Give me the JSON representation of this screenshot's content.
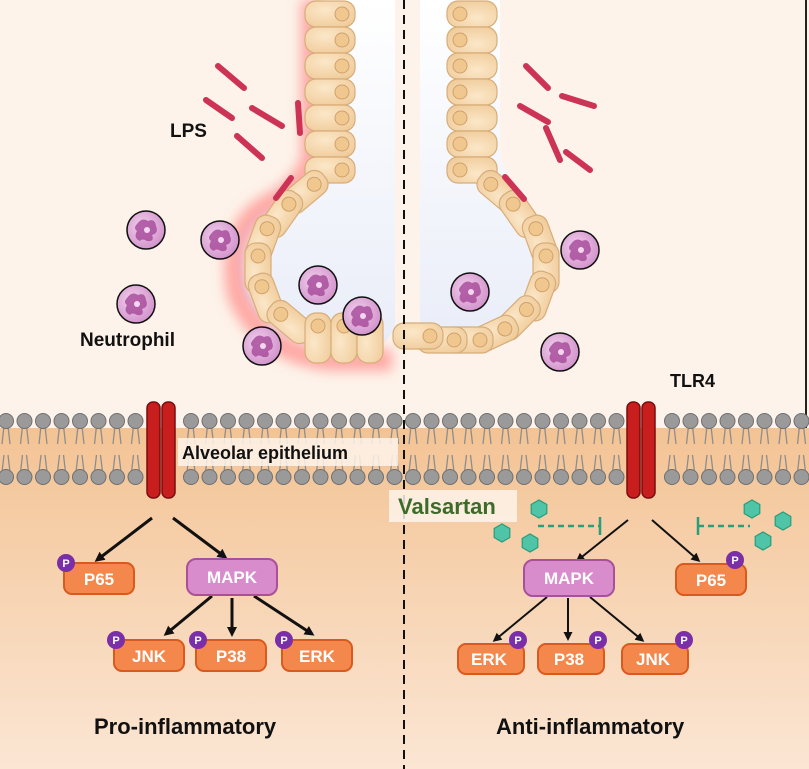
{
  "labels": {
    "lps": "LPS",
    "neutrophil": "Neutrophil",
    "alveolar_epithelium": "Alveolar epithelium",
    "tlr4": "TLR4",
    "valsartan": "Valsartan",
    "pro_inflammatory": "Pro-inflammatory",
    "anti_inflammatory": "Anti-inflammatory"
  },
  "left_pathway": {
    "p65": "P65",
    "mapk": "MAPK",
    "jnk": "JNK",
    "p38": "P38",
    "erk": "ERK",
    "phospho": "P"
  },
  "right_pathway": {
    "mapk": "MAPK",
    "p65": "P65",
    "erk": "ERK",
    "p38": "P38",
    "jnk": "JNK",
    "phospho": "P"
  },
  "colors": {
    "background": "#fdf3ea",
    "cytoplasm": "#f6c9a0",
    "kinase_fill": "#f4874b",
    "kinase_stroke": "#d85a1e",
    "mapk_fill": "#d98ccb",
    "mapk_stroke": "#a9509a",
    "phospho": "#7a2fa8",
    "receptor": "#c81e1e",
    "lps": "#cc3355",
    "neutrophil": "#dca3d6",
    "epithelium_cell": "#f5d6ab",
    "inflammation_glow": "#ff6b6b",
    "valsartan": "#4fc4a6",
    "inhibit_line": "#2a9d7a"
  },
  "icons": [
    "lps-rod-icon",
    "neutrophil-icon",
    "tlr4-receptor-icon",
    "phospho-icon",
    "valsartan-molecule-icon",
    "inhibition-arrow-icon"
  ]
}
